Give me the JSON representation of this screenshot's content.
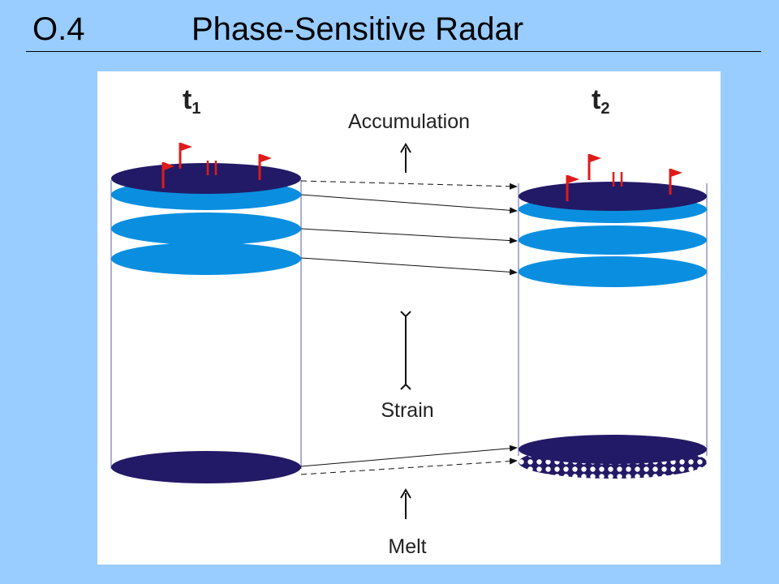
{
  "slide": {
    "number": "O.4",
    "title": "Phase-Sensitive Radar"
  },
  "diagram": {
    "time_left": {
      "base": "t",
      "sub": "1"
    },
    "time_right": {
      "base": "t",
      "sub": "2"
    },
    "labels": {
      "accumulation": "Accumulation",
      "strain": "Strain",
      "melt": "Melt"
    },
    "colors": {
      "surface_layer": "#221a66",
      "internal_layer": "#0a8fe0",
      "bed_layer": "#221a66",
      "flag": "#e01b1b",
      "panel_background": "#ffffff",
      "slide_background": "#99ccff"
    }
  }
}
